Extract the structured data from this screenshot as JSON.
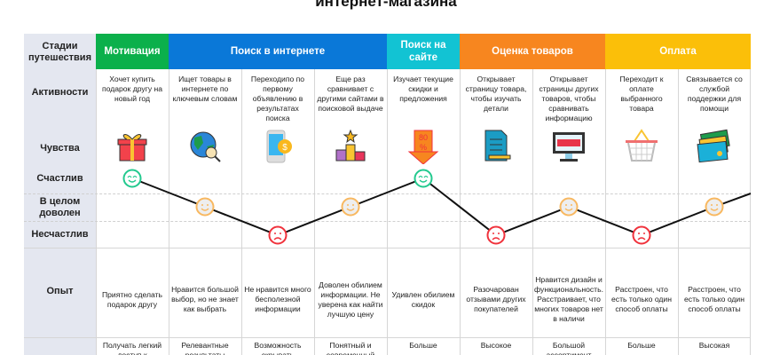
{
  "title": "интернет-магазина",
  "row_labels": {
    "stages": "Стадии путешествия",
    "activities": "Активности",
    "feelings": "Чувства",
    "happy": "Счастлив",
    "neutral": "В целом доволен",
    "unhappy": "Несчастлив",
    "experience": "Опыт"
  },
  "stages": [
    {
      "label": "Мотивация",
      "color": "#0bb04b",
      "span": 1
    },
    {
      "label": "Поиск в интернете",
      "color": "#0a78d8",
      "span": 3
    },
    {
      "label": "Поиск на сайте",
      "color": "#12c3d3",
      "span": 1
    },
    {
      "label": "Оценка товаров",
      "color": "#f7861f",
      "span": 2
    },
    {
      "label": "Оплата",
      "color": "#fbbf09",
      "span": 2
    }
  ],
  "columns": [
    {
      "activity": "Хочет купить подарок другу на новый год",
      "icon": "gift-icon",
      "mood": "happy",
      "experience": "Приятно сделать подарок другу",
      "next": "Получать легкий доступ к"
    },
    {
      "activity": "Ищет товары в интернете по ключевым словам",
      "icon": "globe-search-icon",
      "mood": "neutral",
      "experience": "Нравится большой выбор, но не знает как выбрать",
      "next": "Релевантные результаты"
    },
    {
      "activity": "Переходипо по первому объявлению в результатах поиска",
      "icon": "phone-coin-icon",
      "mood": "unhappy",
      "experience": "Не нравится много бесполезной информации",
      "next": "Возможность скрывать"
    },
    {
      "activity": "Еще раз сравнивает с другими сайтами в поисковой выдаче",
      "icon": "podium-icon",
      "mood": "neutral",
      "experience": "Доволен обилием информации. Не уверена как найти лучшую цену",
      "next": "Понятный и современный"
    },
    {
      "activity": "Изучает текущие скидки и предложения",
      "icon": "discount-icon",
      "mood": "happy",
      "experience": "Удивлен обилием скидок",
      "next": "Больше"
    },
    {
      "activity": "Открывает страницу товара, чтобы изучать детали",
      "icon": "document-icon",
      "mood": "unhappy",
      "experience": "Разочарован отзывами других покупателей",
      "next": "Высокое"
    },
    {
      "activity": "Открывает страницы других товаров, чтобы сравнивать информацию",
      "icon": "website-monitor-icon",
      "mood": "neutral",
      "experience": "Нравится дизайн и функциональность. Расстраивает, что многих товаров нет в наличи",
      "next": "Большой ассортимент"
    },
    {
      "activity": "Переходит к оплате выбранного товара",
      "icon": "basket-icon",
      "mood": "unhappy",
      "experience": "Расстроен, что есть только один способ оплаты",
      "next": "Больше"
    },
    {
      "activity": "Связывается со службой поддержки для помощи",
      "icon": "credit-cards-icon",
      "mood": "neutral",
      "experience": "Расстроен, что есть только один способ оплаты",
      "next": "Высокая"
    }
  ],
  "mood_colors": {
    "happy": "#22c98e",
    "neutral": "#f8b860",
    "unhappy": "#f0323c"
  },
  "discount_label": "80 %"
}
